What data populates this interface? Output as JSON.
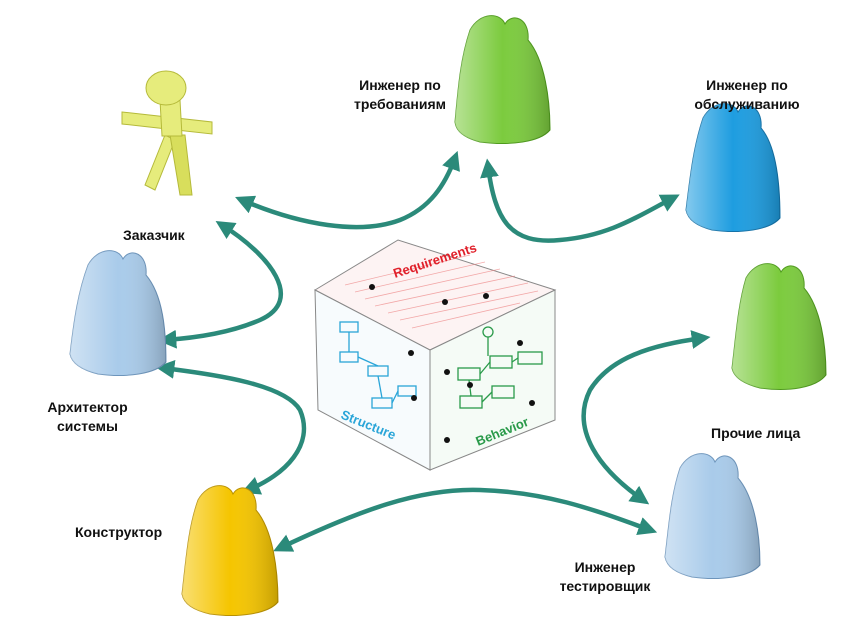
{
  "colors": {
    "arrow": "#2b8a7a",
    "customer": "#e6ec7c",
    "requirements_engineer": "#7ccb3e",
    "maintenance_engineer": "#1e9de0",
    "other": "#7ccb3e",
    "architect": "#a9cbea",
    "designer": "#f5c500",
    "tester": "#a9cbea",
    "requirements_text": "#e0202a",
    "structure": "#2aa5d8",
    "behavior": "#2a9a4a"
  },
  "stakeholders": {
    "customer": {
      "label": "Заказчик",
      "icon": "stick-figure-icon"
    },
    "requirements_engineer": {
      "line1": "Инженер по",
      "line2": "требованиям",
      "icon": "person-icon"
    },
    "maintenance_engineer": {
      "line1": "Инженер по",
      "line2": "обслуживанию",
      "icon": "person-icon"
    },
    "other": {
      "label": "Прочие лица",
      "icon": "person-icon"
    },
    "architect": {
      "line1": "Архитектор",
      "line2": "системы",
      "icon": "person-icon"
    },
    "designer": {
      "label": "Конструктор",
      "icon": "person-icon"
    },
    "tester": {
      "line1": "Инженер",
      "line2": "тестировщик",
      "icon": "person-icon"
    }
  },
  "model_cube": {
    "top_face": "Requirements",
    "left_face": "Structure",
    "right_face": "Behavior"
  }
}
